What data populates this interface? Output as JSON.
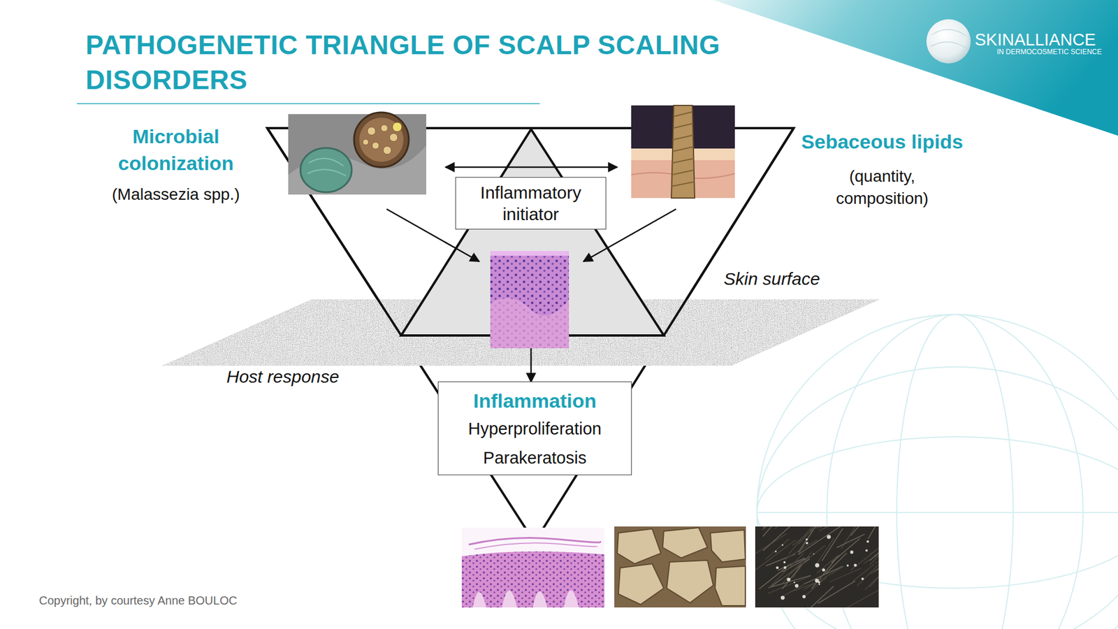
{
  "diagram": {
    "title": "PATHOGENETIC TRIANGLE OF SCALP SCALING DISORDERS",
    "nodes": [
      {
        "text": [
          "Inflammatory initiator"
        ]
      },
      {
        "text": [
          "Inflammation",
          "Hyperproliferation",
          "Parakeratosis"
        ]
      }
    ],
    "labels": [
      "SKINALLIANCE",
      "IN DERMOCOSMETIC SCIENCE",
      "Microbial colonization",
      "(Malassezia spp.)",
      "Sebaceous lipids",
      "(quantity, composition)",
      "Skin surface",
      "Host response",
      "Copyright, by courtesy Anne BOULOC"
    ]
  }
}
